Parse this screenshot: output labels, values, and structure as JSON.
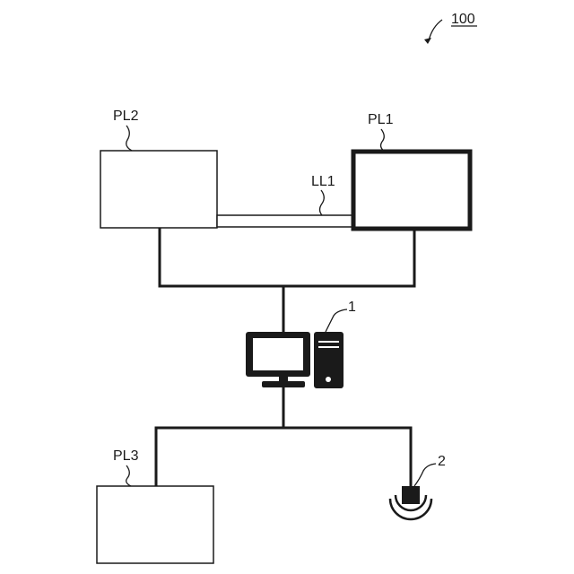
{
  "figure_ref": "100",
  "labels": {
    "pl1": "PL1",
    "pl2": "PL2",
    "pl3": "PL3",
    "ll1": "LL1",
    "computer": "1",
    "sensor": "2"
  }
}
